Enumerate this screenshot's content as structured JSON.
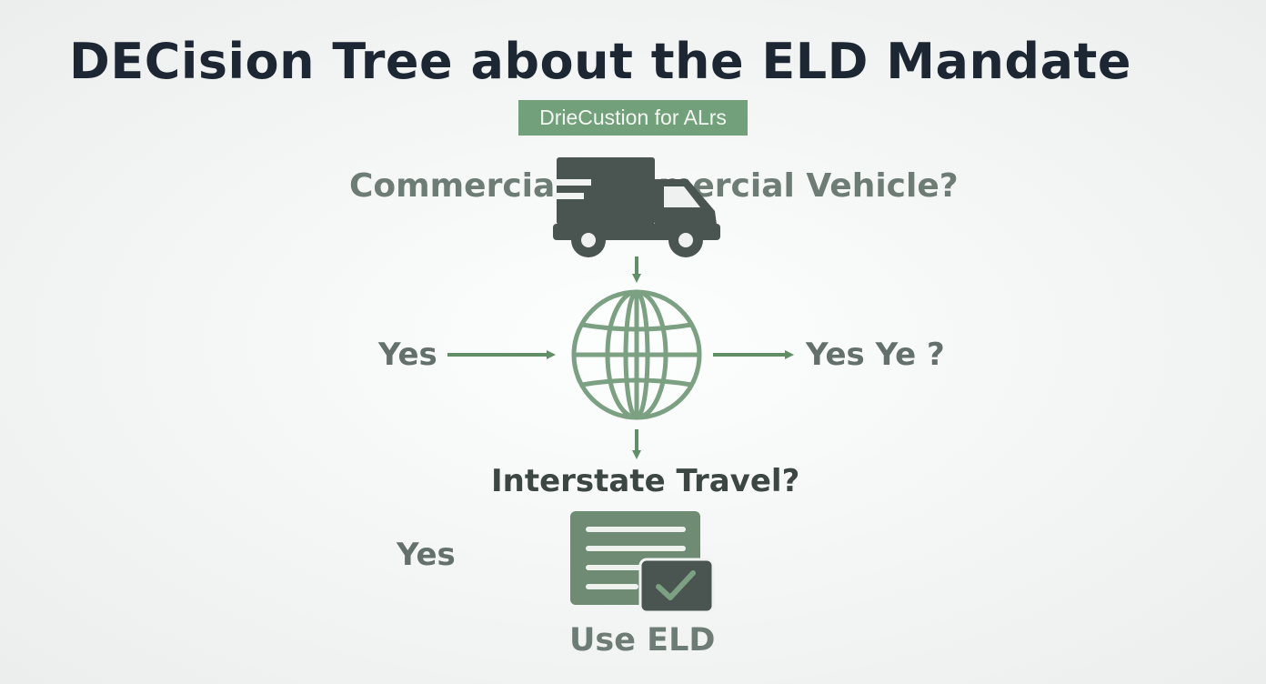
{
  "title": "DECision Tree about the ELD Mandate",
  "subtitle": "DrieCustion for ALrs",
  "question_1": "Commercial Commercial Vehicle?",
  "question_2": "Interstate Travel?",
  "label_yes_left": "Yes",
  "label_yes_right": "Yes Ye ?",
  "label_yes_bottom": "Yes",
  "outcome": "Use ELD",
  "icons": [
    "truck-icon",
    "globe-icon",
    "document-check-icon"
  ],
  "colors": {
    "title": "#1d2733",
    "accent_green": "#72a07a",
    "arrow_green": "#5f8e67",
    "icon_dark": "#4a5450",
    "text_gray": "#6e7c76"
  }
}
